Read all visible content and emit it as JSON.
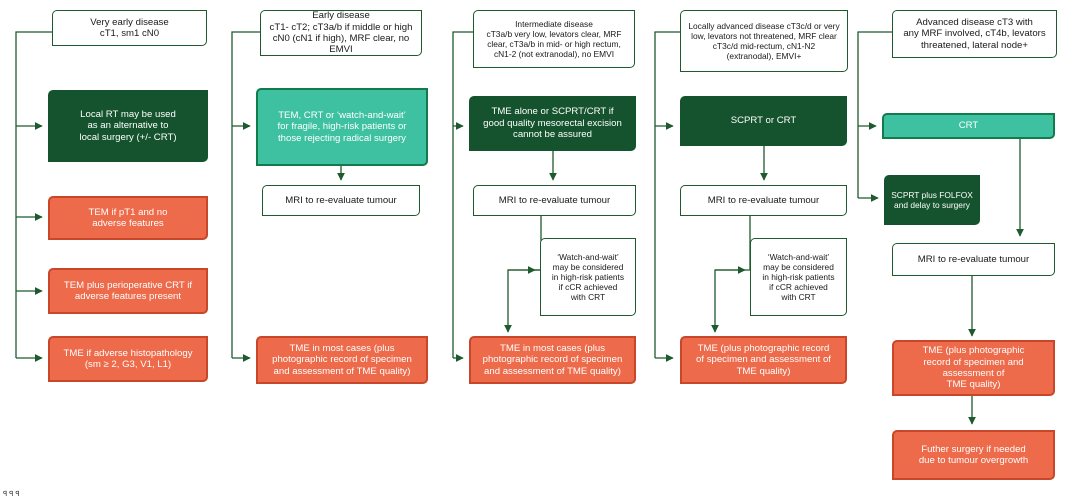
{
  "columns": [
    {
      "header": "Very early disease\ncT1, sm1 cN0",
      "boxes": [
        "Local RT may be used\nas an alternative to\nlocal surgery (+/- CRT)",
        "TEM if pT1 and no\nadverse features",
        "TEM plus perioperative CRT if\nadverse features present",
        "TME if adverse histopathology\n(sm ≥ 2, G3, V1, L1)"
      ]
    },
    {
      "header": "Early disease\ncT1- cT2; cT3a/b if middle or high\ncN0 (cN1 if high), MRF clear, no EMVI",
      "first": "TEM, CRT or ‘watch-and-wait’\nfor fragile, high-risk patients or\nthose rejecting radical surgery",
      "mri": "MRI to re-evaluate tumour",
      "final": "TME in most cases (plus\nphotographic record of specimen\nand assessment of TME quality)"
    },
    {
      "header": "Intermediate disease\ncT3a/b very low, levators clear, MRF\nclear, cT3a/b in mid- or high rectum,\ncN1-2 (not extranodal), no EMVI",
      "first": "TME alone or SCPRT/CRT if\ngood quality mesorectal excision\ncannot be assured",
      "mri": "MRI to re-evaluate tumour",
      "ww": "‘Watch-and-wait’\nmay be considered\nin high-risk patients\nif cCR achieved\nwith CRT",
      "final": "TME in most cases (plus\nphotographic record of specimen\nand assessment of TME quality)"
    },
    {
      "header": "Locally advanced disease cT3c/d or very\nlow, levators not threatened, MRF clear\ncT3c/d mid-rectum, cN1-N2\n(extranodal), EMVI+",
      "first": "SCPRT or CRT",
      "mri": "MRI to re-evaluate tumour",
      "ww": "‘Watch-and-wait’\nmay be considered\nin high-risk patients\nif cCR achieved\nwith CRT",
      "final": "TME (plus photographic record\nof specimen and assessment of\nTME quality)"
    },
    {
      "header": "Advanced disease cT3 with\nany MRF involved, cT4b, levators\nthreatened, lateral node+",
      "crt": "CRT",
      "scprt": "SCPRT plus FOLFOX\nand delay to surgery",
      "mri": "MRI to re-evaluate tumour",
      "final": "TME (plus photographic\nrecord of specimen and assessment of\nTME quality)",
      "further": "Futher surgery if needed\ndue to tumour overgrowth"
    }
  ],
  "footnote": "ꟼ ꟼ ꟼ",
  "colors": {
    "line": "#1f5a2f",
    "dark": "#14532d",
    "teal": "#3ec1a0",
    "orange": "#ed6a4a",
    "orange_border": "#c8472a"
  }
}
